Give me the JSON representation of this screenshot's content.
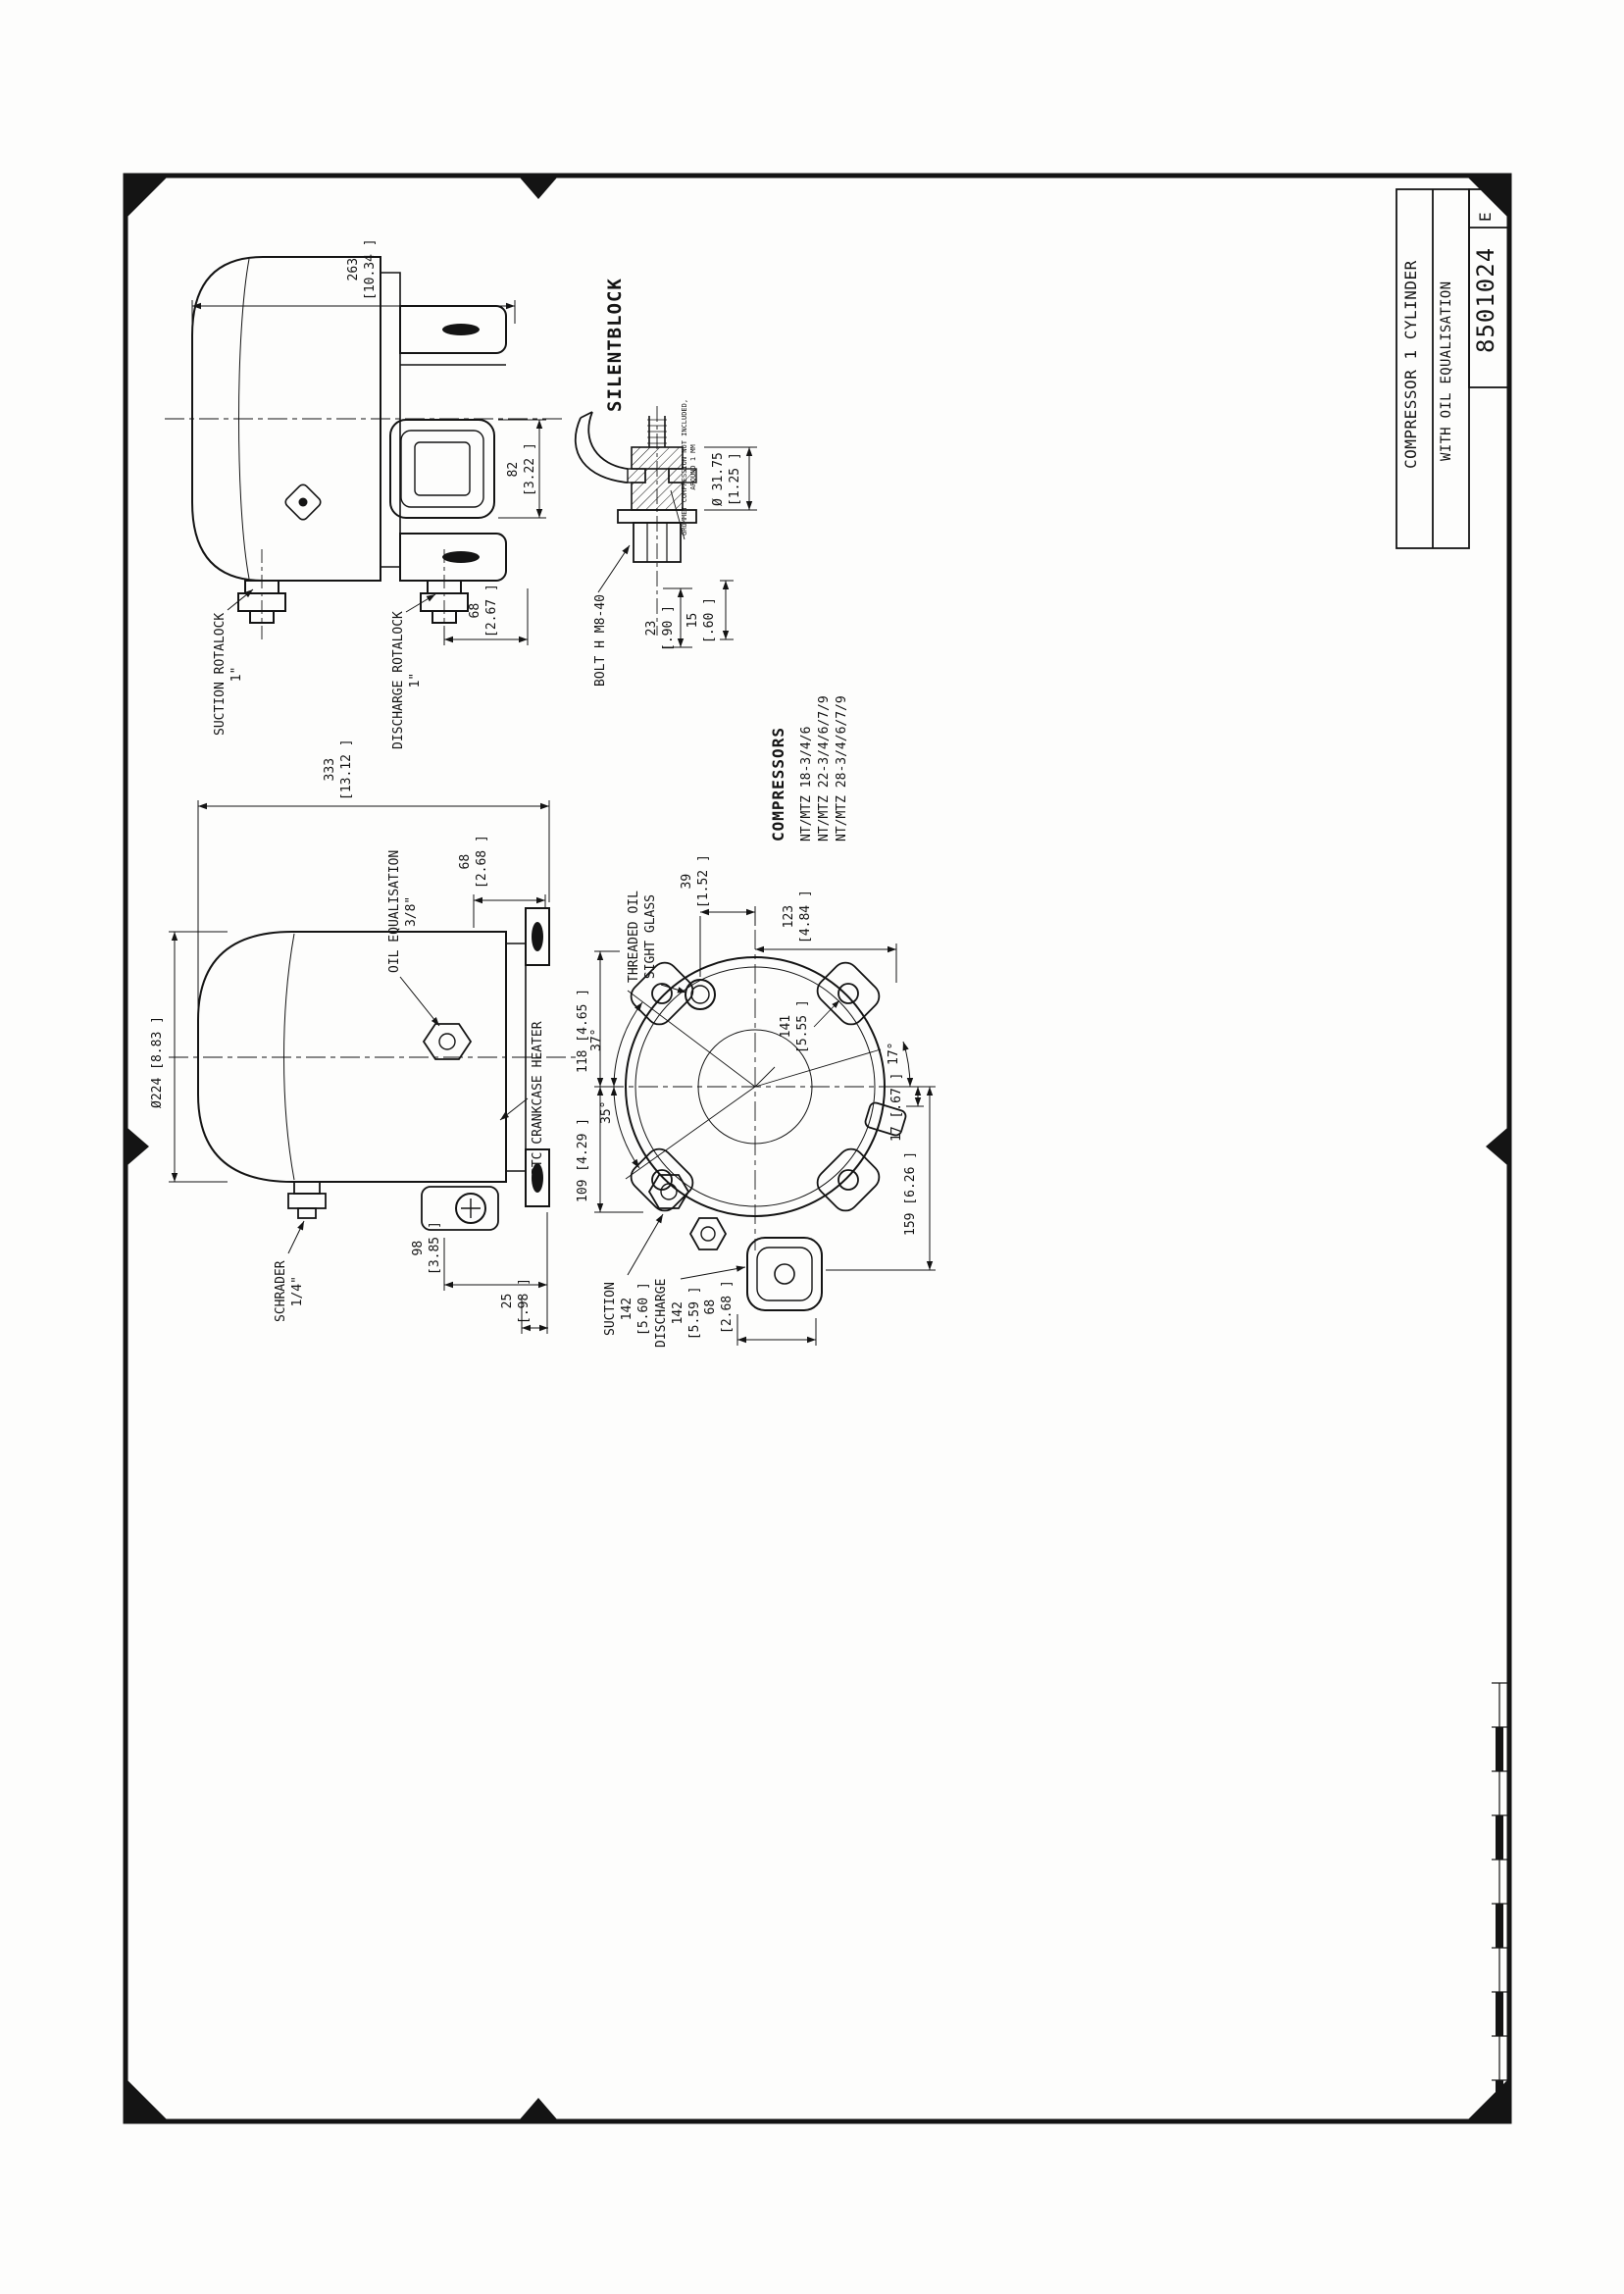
{
  "sheet": {
    "title_block": {
      "title_line1": "COMPRESSOR 1 CYLINDER",
      "title_line2": "WITH OIL EQUALISATION",
      "drawing_number": "8501024",
      "revision": "E"
    },
    "compressors": {
      "heading": "COMPRESSORS",
      "models": [
        "NT/MTZ 18-3/4/6",
        "NT/MTZ 22-3/4/6/7/9",
        "NT/MTZ 28-3/4/6/7/9"
      ]
    }
  },
  "side_view": {
    "suction_label": "SUCTION ROTALOCK",
    "suction_size": "1\"",
    "discharge_label": "DISCHARGE ROTALOCK",
    "discharge_size": "1\"",
    "dim_height_mm": "263",
    "dim_height_in": "[10.34 ]",
    "dim_terminal_mm": "82",
    "dim_terminal_in": "[3.22 ]",
    "dim_discharge_mm": "68",
    "dim_discharge_in": "[2.67 ]"
  },
  "silentblock": {
    "title": "SILENTBLOCK",
    "bolt_label": "BOLT H M8-40",
    "note_line1": "GROMMET COMPRESSION NOT INCLUDED,",
    "note_line2": "AROUND 1 MM",
    "dim_dia_mm": "Ø 31.75",
    "dim_dia_in": "[1.25 ]",
    "dim_23_mm": "23",
    "dim_23_in": "[.90 ]",
    "dim_15_mm": "15",
    "dim_15_in": "[.60 ]"
  },
  "front_view": {
    "dim_length_mm": "333",
    "dim_length_in": "[13.12 ]",
    "oil_eq_label": "OIL EQUALISATION",
    "oil_eq_size": "3/8\"",
    "dim_68_mm": "68",
    "dim_68_in": "[2.68 ]",
    "dim_dia": "Ø224 [8.83 ]",
    "ptc_label": "PTC CRANKCASE HEATER",
    "schrader_label": "SCHRADER",
    "schrader_size": "1/4\"",
    "dim_98_mm": "98",
    "dim_98_in": "[3.85 ]",
    "dim_25_mm": "25",
    "dim_25_in": "[.98 ]"
  },
  "top_view": {
    "sight_glass_line1": "THREADED OIL",
    "sight_glass_line2": "SIGHT GLASS",
    "dim_39_mm": "39",
    "dim_39_in": "[1.52 ]",
    "dim_123_mm": "123",
    "dim_123_in": "[4.84 ]",
    "dim_118": "118 [4.65 ]",
    "angle_37": "37°",
    "dim_141_mm": "141",
    "dim_141_in": "[5.55 ]",
    "angle_35": "35°",
    "dim_109": "109 [4.29 ]",
    "angle_17": "17°",
    "dim_17": "17 [.67 ]",
    "dim_159": "159 [6.26 ]",
    "suction_label": "SUCTION",
    "suction_mm": "142",
    "suction_in": "[5.60 ]",
    "discharge_label": "DISCHARGE",
    "discharge_mm": "142",
    "discharge_in": "[5.59 ]",
    "dim_68_mm": "68",
    "dim_68_in": "[2.68 ]"
  }
}
